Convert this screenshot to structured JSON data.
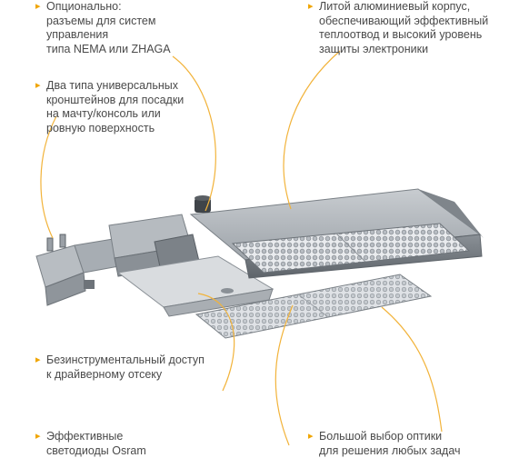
{
  "accent_color": "#f0a500",
  "bullet_icon": "arrow-right-icon",
  "callouts": {
    "connectors": [
      "Опционально:",
      "разъемы для систем",
      "управления",
      "типа NEMA или ZHAGA"
    ],
    "housing": [
      "Литой алюминиевый корпус,",
      "обеспечивающий эффективный",
      "теплоотвод и высокий уровень",
      "защиты электроники"
    ],
    "brackets": [
      "Два типа универсальных",
      "кронштейнов для посадки",
      "на мачту/консоль или",
      "ровную поверхность"
    ],
    "driver_access": [
      "Безинструментальный доступ",
      "к драйверному отсеку"
    ],
    "leds": [
      "Эффективные",
      "светодиоды Osram"
    ],
    "optics": [
      "Большой выбор оптики",
      "для решения любых задач"
    ]
  }
}
